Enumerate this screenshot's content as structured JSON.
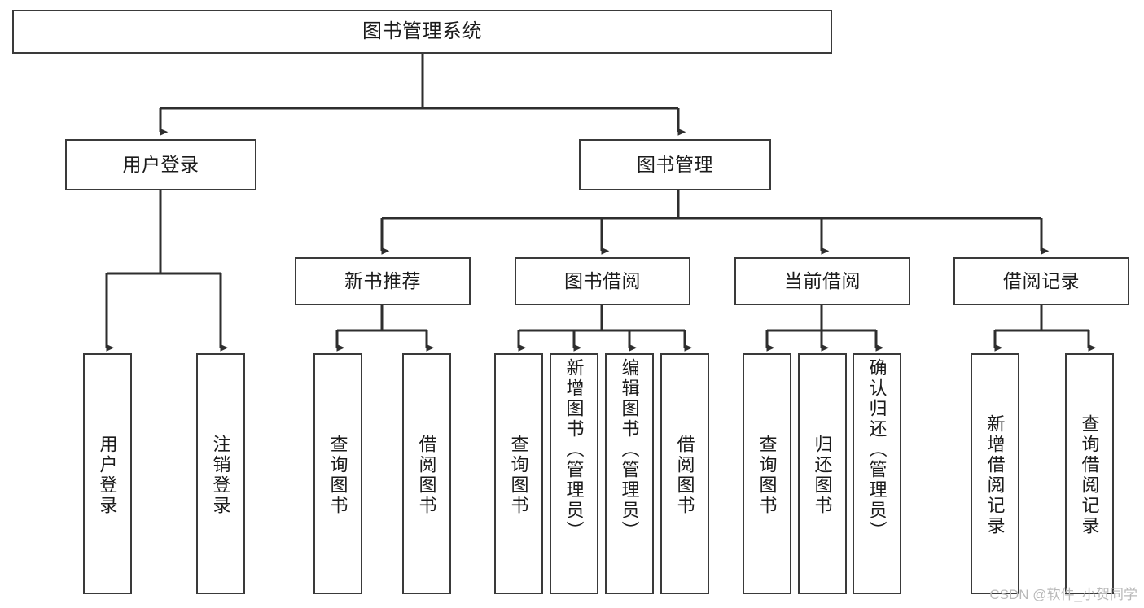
{
  "diagram": {
    "title": "图书管理系统",
    "type": "tree-hierarchy",
    "stroke_color": "#3a3a3a",
    "fill_color": "#ffffff",
    "text_color": "#1b1b1b"
  },
  "watermark": {
    "text": "CSDN @软件_小贺同学",
    "color": "#b9b9b9"
  },
  "nodes": {
    "root": {
      "label": "图书管理系统"
    },
    "level2": [
      {
        "label": "用户登录"
      },
      {
        "label": "图书管理"
      }
    ],
    "level3": [
      {
        "label": "新书推荐"
      },
      {
        "label": "图书借阅"
      },
      {
        "label": "当前借阅"
      },
      {
        "label": "借阅记录"
      }
    ],
    "leaves": {
      "user_login": [
        {
          "label": "用户登录"
        },
        {
          "label": "注销登录"
        }
      ],
      "new_book_recommend": [
        {
          "label": "查询图书"
        },
        {
          "label": "借阅图书"
        }
      ],
      "book_borrow": [
        {
          "label": "查询图书"
        },
        {
          "label": "新增图书（管理员）"
        },
        {
          "label": "编辑图书（管理员）"
        },
        {
          "label": "借阅图书"
        }
      ],
      "current_borrow": [
        {
          "label": "查询图书"
        },
        {
          "label": "归还图书"
        },
        {
          "label": "确认归还（管理员）"
        }
      ],
      "borrow_record": [
        {
          "label": "新增借阅记录"
        },
        {
          "label": "查询借阅记录"
        }
      ]
    }
  }
}
